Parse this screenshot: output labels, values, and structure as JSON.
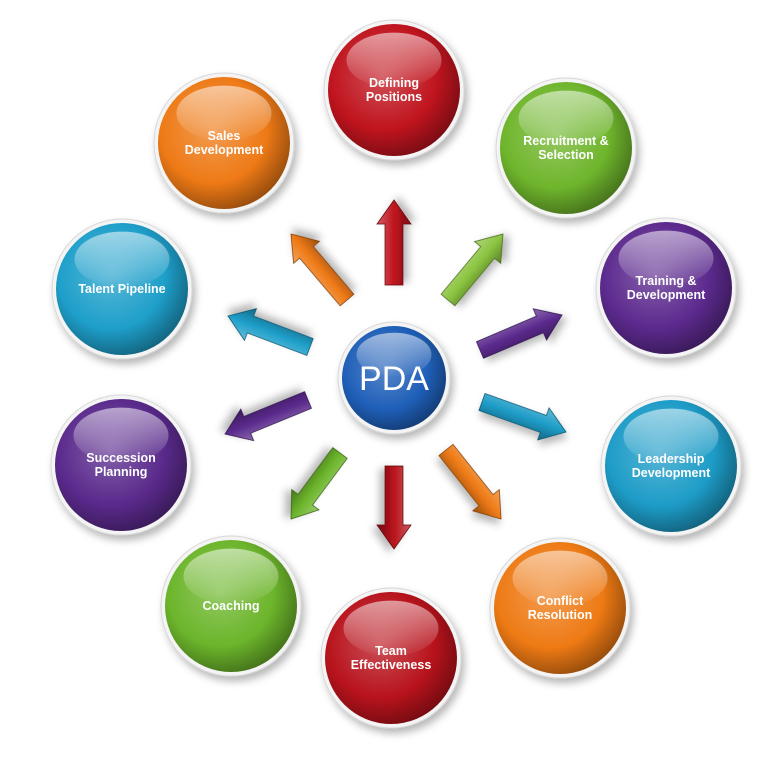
{
  "hub": {
    "label": "PDA",
    "color": "#1f5fb8"
  },
  "nodes": [
    {
      "id": "defining-positions",
      "lines": [
        "Defining",
        "Positions"
      ],
      "color": "#c0141e"
    },
    {
      "id": "recruitment-selection",
      "lines": [
        "Recruitment &",
        "Selection"
      ],
      "color": "#6fb52c"
    },
    {
      "id": "training-development",
      "lines": [
        "Training &",
        "Development"
      ],
      "color": "#5c2a8e"
    },
    {
      "id": "leadership-development",
      "lines": [
        "Leadership",
        "Development"
      ],
      "color": "#1d9cc7"
    },
    {
      "id": "conflict-resolution",
      "lines": [
        "Conflict",
        "Resolution"
      ],
      "color": "#ee7a14"
    },
    {
      "id": "team-effectiveness",
      "lines": [
        "Team",
        "Effectiveness"
      ],
      "color": "#b8131c"
    },
    {
      "id": "coaching",
      "lines": [
        "Coaching"
      ],
      "color": "#6cb52b"
    },
    {
      "id": "succession-planning",
      "lines": [
        "Succession",
        "Planning"
      ],
      "color": "#5a2a8c"
    },
    {
      "id": "talent-pipeline",
      "lines": [
        "Talent Pipeline"
      ],
      "color": "#1e9fca"
    },
    {
      "id": "sales-development",
      "lines": [
        "Sales",
        "Development"
      ],
      "color": "#ee7a16"
    }
  ],
  "arrows": [
    {
      "id": "up",
      "color": "#c0141e"
    },
    {
      "id": "up-right",
      "color": "#8bc440"
    },
    {
      "id": "right-up",
      "color": "#5c2a8e"
    },
    {
      "id": "right-down",
      "color": "#1d9cc7"
    },
    {
      "id": "down-right",
      "color": "#ee7a14"
    },
    {
      "id": "down",
      "color": "#b8131c"
    },
    {
      "id": "down-left",
      "color": "#6cb52b"
    },
    {
      "id": "left-down",
      "color": "#5a2a8c"
    },
    {
      "id": "left",
      "color": "#1e9fca"
    },
    {
      "id": "up-left",
      "color": "#ee7a16"
    }
  ]
}
